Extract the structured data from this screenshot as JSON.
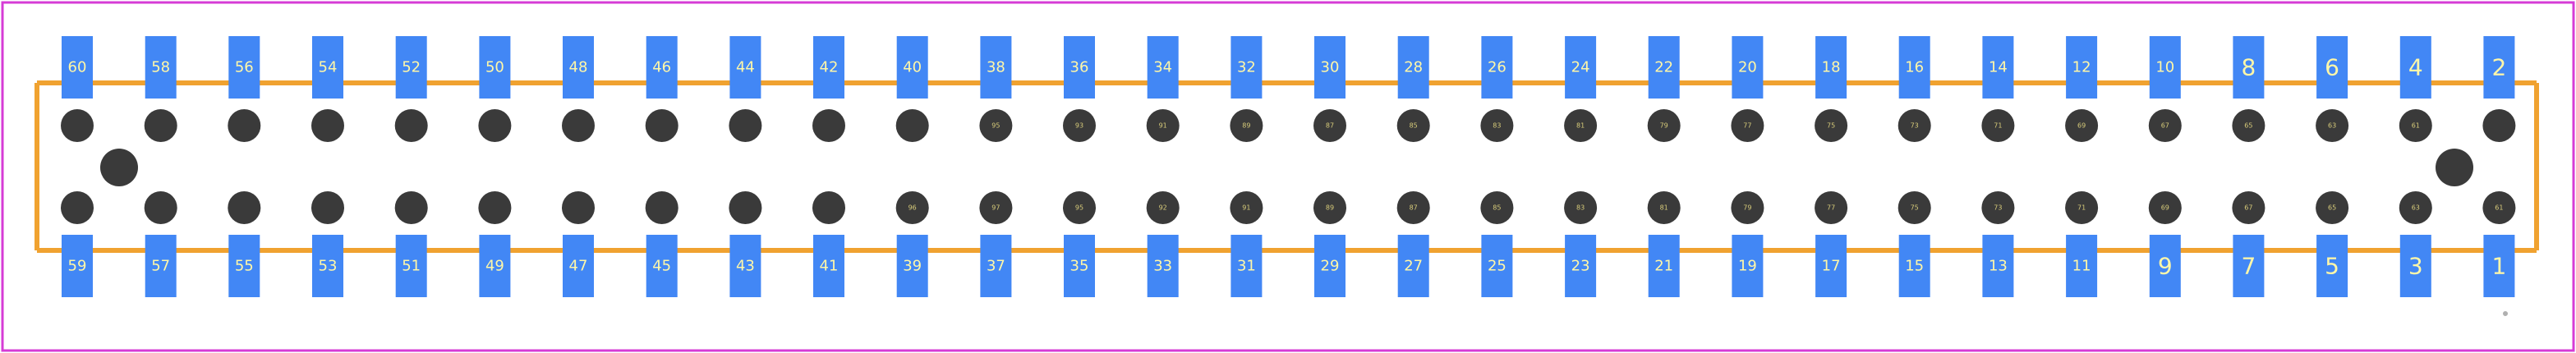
{
  "footprint": {
    "colors": {
      "board_outline": "#d63cd6",
      "silkscreen": "#f0a230",
      "pad": "#4287f5",
      "hole": "#3a3a3a",
      "pad_label": "#fff7a8",
      "origin_marker": "#b0b0b0"
    },
    "top_row_pads": [
      "60",
      "58",
      "56",
      "54",
      "52",
      "50",
      "48",
      "46",
      "44",
      "42",
      "40",
      "38",
      "36",
      "34",
      "32",
      "30",
      "28",
      "26",
      "24",
      "22",
      "20",
      "18",
      "16",
      "14",
      "12",
      "10",
      "8",
      "6",
      "4",
      "2"
    ],
    "bottom_row_pads": [
      "59",
      "57",
      "55",
      "53",
      "51",
      "49",
      "47",
      "45",
      "43",
      "41",
      "39",
      "37",
      "35",
      "33",
      "31",
      "29",
      "27",
      "25",
      "23",
      "21",
      "19",
      "17",
      "15",
      "13",
      "11",
      "9",
      "7",
      "5",
      "3",
      "1"
    ],
    "upper_hole_labels": [
      "",
      "",
      "",
      "",
      "",
      "",
      "",
      "",
      "",
      "",
      "",
      "95",
      "93",
      "91",
      "89",
      "87",
      "85",
      "83",
      "81",
      "79",
      "77",
      "75",
      "73",
      "71",
      "69",
      "67",
      "65",
      "63",
      "61",
      ""
    ],
    "lower_hole_labels": [
      "",
      "",
      "",
      "",
      "",
      "",
      "",
      "",
      "",
      "",
      "96",
      "97",
      "95",
      "92",
      "91",
      "89",
      "87",
      "85",
      "83",
      "81",
      "79",
      "77",
      "75",
      "73",
      "71",
      "69",
      "67",
      "65",
      "63",
      "61"
    ],
    "mounting_hole_labels": [
      "",
      ""
    ]
  }
}
